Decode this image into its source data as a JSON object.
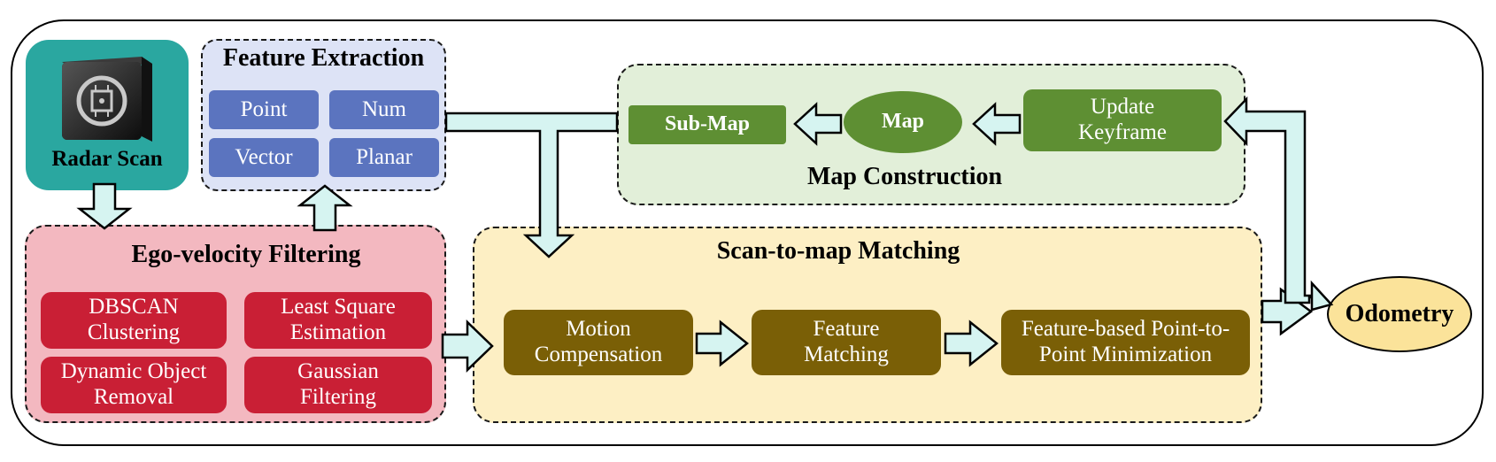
{
  "radar": {
    "label": "Radar Scan",
    "icon": "radar-chip-icon"
  },
  "feature_extraction": {
    "title": "Feature Extraction",
    "items": [
      "Point",
      "Num",
      "Vector",
      "Planar"
    ]
  },
  "ego_velocity": {
    "title": "Ego-velocity Filtering",
    "items": [
      "DBSCAN Clustering",
      "Least Square Estimation",
      "Dynamic Object Removal",
      "Gaussian Filtering"
    ]
  },
  "map_construction": {
    "title": "Map Construction",
    "sub_map": "Sub-Map",
    "map": "Map",
    "update_keyframe": "Update Keyframe"
  },
  "scan_to_map": {
    "title": "Scan-to-map Matching",
    "steps": [
      "Motion Compensation",
      "Feature Matching",
      "Feature-based Point-to-Point Minimization"
    ]
  },
  "odometry": {
    "label": "Odometry"
  },
  "colors": {
    "radar_bg": "#2aa7a0",
    "feature_bg": "#dde3f6",
    "feature_box": "#5b74bf",
    "ego_bg": "#f3b8c0",
    "ego_box": "#c91f35",
    "map_bg": "#e2efd9",
    "map_box": "#5e8f33",
    "scan_bg": "#fdefc4",
    "scan_box": "#7a5f06",
    "odometry_bg": "#fbe39a",
    "arrow_fill": "#d6f4f1"
  }
}
